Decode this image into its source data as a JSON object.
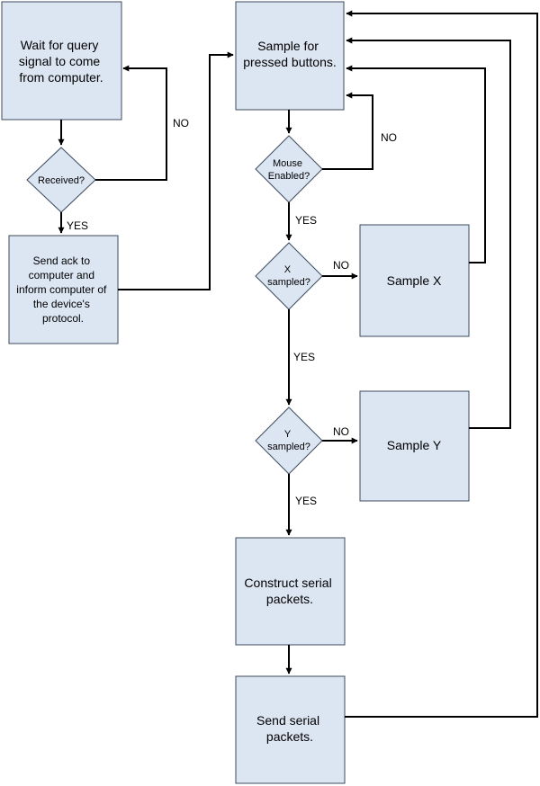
{
  "boxes": {
    "wait_query": [
      "Wait for query",
      "signal to come",
      "from computer."
    ],
    "send_ack": [
      "Send ack to",
      "computer and",
      "inform computer of",
      "the device's",
      "protocol."
    ],
    "sample_buttons": [
      "Sample for",
      "pressed buttons."
    ],
    "sample_x": [
      "Sample X"
    ],
    "sample_y": [
      "Sample Y"
    ],
    "construct_packets": [
      "Construct serial",
      "packets."
    ],
    "send_packets": [
      "Send serial",
      "packets."
    ]
  },
  "decisions": {
    "received": [
      "Received?"
    ],
    "mouse_enabled": [
      "Mouse",
      "Enabled?"
    ],
    "x_sampled": [
      "X",
      "sampled?"
    ],
    "y_sampled": [
      "Y",
      "sampled?"
    ]
  },
  "labels": {
    "no": "NO",
    "yes": "YES"
  }
}
